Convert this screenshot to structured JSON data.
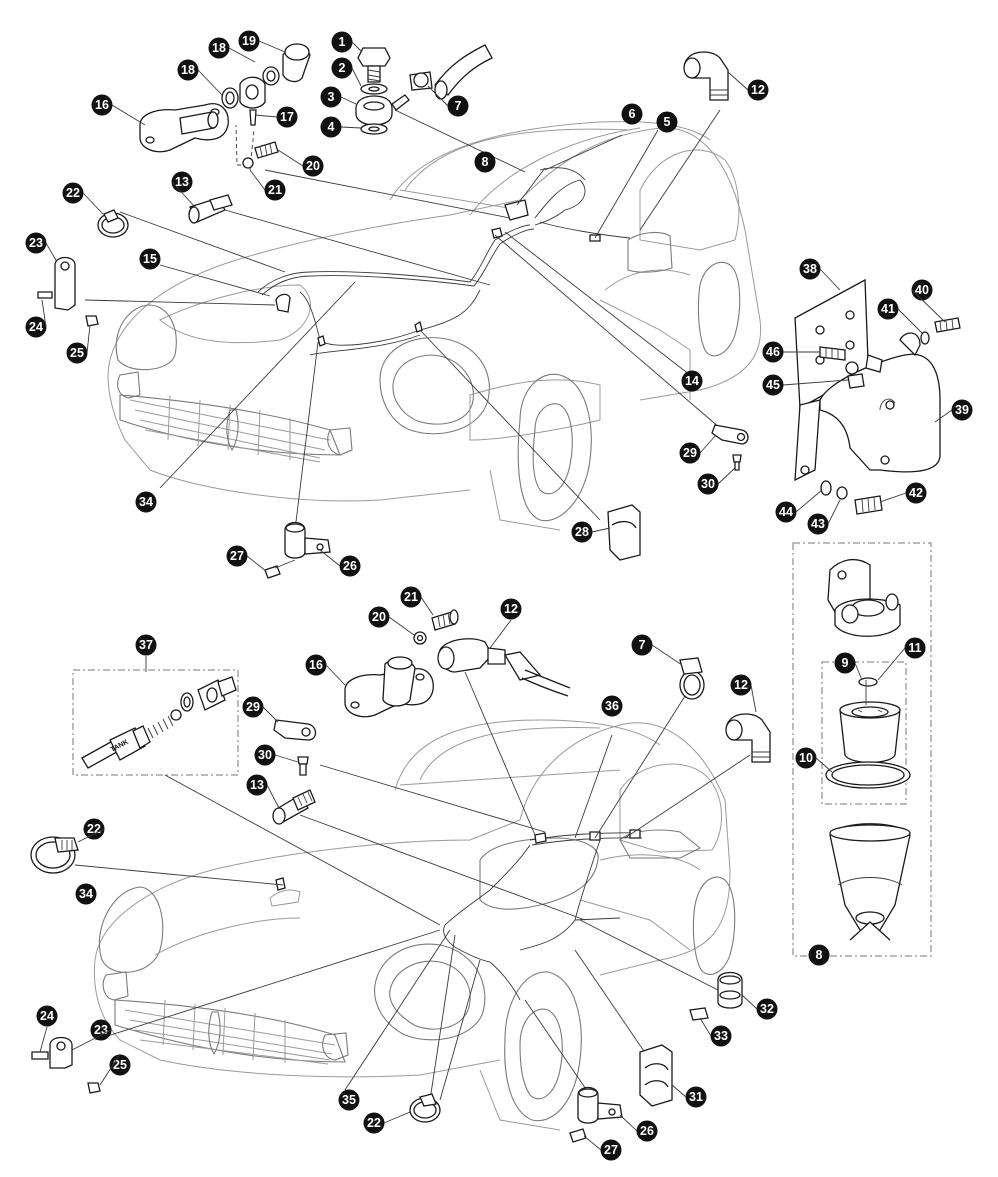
{
  "diagram": {
    "callouts": [
      {
        "id": "c1",
        "label": "1"
      },
      {
        "id": "c2",
        "label": "2"
      },
      {
        "id": "c3",
        "label": "3"
      },
      {
        "id": "c4",
        "label": "4"
      },
      {
        "id": "c5",
        "label": "5"
      },
      {
        "id": "c6",
        "label": "6"
      },
      {
        "id": "c7a",
        "label": "7"
      },
      {
        "id": "c8a",
        "label": "8"
      },
      {
        "id": "c12a",
        "label": "12"
      },
      {
        "id": "c13a",
        "label": "13"
      },
      {
        "id": "c14",
        "label": "14"
      },
      {
        "id": "c15",
        "label": "15"
      },
      {
        "id": "c16a",
        "label": "16"
      },
      {
        "id": "c17",
        "label": "17"
      },
      {
        "id": "c18a",
        "label": "18"
      },
      {
        "id": "c18b",
        "label": "18"
      },
      {
        "id": "c19",
        "label": "19"
      },
      {
        "id": "c20a",
        "label": "20"
      },
      {
        "id": "c21a",
        "label": "21"
      },
      {
        "id": "c22a",
        "label": "22"
      },
      {
        "id": "c23a",
        "label": "23"
      },
      {
        "id": "c24a",
        "label": "24"
      },
      {
        "id": "c25a",
        "label": "25"
      },
      {
        "id": "c26a",
        "label": "26"
      },
      {
        "id": "c27a",
        "label": "27"
      },
      {
        "id": "c28",
        "label": "28"
      },
      {
        "id": "c29a",
        "label": "29"
      },
      {
        "id": "c30a",
        "label": "30"
      },
      {
        "id": "c34a",
        "label": "34"
      },
      {
        "id": "c38",
        "label": "38"
      },
      {
        "id": "c39",
        "label": "39"
      },
      {
        "id": "c40",
        "label": "40"
      },
      {
        "id": "c41",
        "label": "41"
      },
      {
        "id": "c42",
        "label": "42"
      },
      {
        "id": "c43",
        "label": "43"
      },
      {
        "id": "c44",
        "label": "44"
      },
      {
        "id": "c45",
        "label": "45"
      },
      {
        "id": "c46",
        "label": "46"
      },
      {
        "id": "c9",
        "label": "9"
      },
      {
        "id": "c10",
        "label": "10"
      },
      {
        "id": "c11",
        "label": "11"
      },
      {
        "id": "c8b",
        "label": "8"
      },
      {
        "id": "c37",
        "label": "37"
      },
      {
        "id": "c29b",
        "label": "29"
      },
      {
        "id": "c30b",
        "label": "30"
      },
      {
        "id": "c13b",
        "label": "13"
      },
      {
        "id": "c16b",
        "label": "16"
      },
      {
        "id": "c20b",
        "label": "20"
      },
      {
        "id": "c21b",
        "label": "21"
      },
      {
        "id": "c12b",
        "label": "12"
      },
      {
        "id": "c7b",
        "label": "7"
      },
      {
        "id": "c12c",
        "label": "12"
      },
      {
        "id": "c36",
        "label": "36"
      },
      {
        "id": "c22b",
        "label": "22"
      },
      {
        "id": "c34b",
        "label": "34"
      },
      {
        "id": "c24b",
        "label": "24"
      },
      {
        "id": "c23b",
        "label": "23"
      },
      {
        "id": "c25b",
        "label": "25"
      },
      {
        "id": "c35",
        "label": "35"
      },
      {
        "id": "c22c",
        "label": "22"
      },
      {
        "id": "c26b",
        "label": "26"
      },
      {
        "id": "c27b",
        "label": "27"
      },
      {
        "id": "c31",
        "label": "31"
      },
      {
        "id": "c32",
        "label": "32"
      },
      {
        "id": "c33",
        "label": "33"
      }
    ],
    "valve_tag": "TANK"
  }
}
